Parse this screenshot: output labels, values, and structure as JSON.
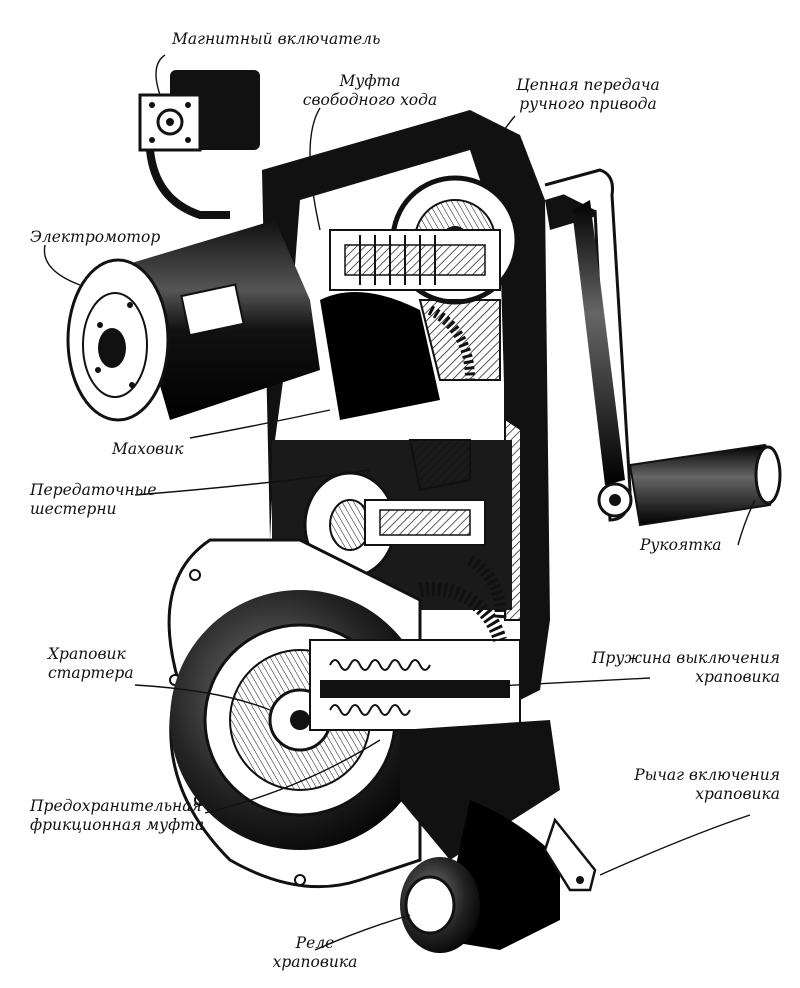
{
  "labels": {
    "magnetic_switch": [
      "Магнитный включатель"
    ],
    "freewheel_clutch": [
      "Муфта",
      "свободного хода"
    ],
    "chain_drive": [
      "Цепная передача",
      "ручного привода"
    ],
    "electric_motor": [
      "Электромотор"
    ],
    "flywheel": [
      "Маховик"
    ],
    "transmission_gears": [
      "Передаточные",
      "шестерни"
    ],
    "handle": [
      "Рукоятка"
    ],
    "starter_ratchet": [
      "Храповик",
      "стартера"
    ],
    "ratchet_release_spring": [
      "Пружина выключения",
      "храповика"
    ],
    "ratchet_engage_lever": [
      "Рычаг включения",
      "храповика"
    ],
    "safety_friction_clutch": [
      "Предохранительная",
      "фрикционная муфта"
    ],
    "ratchet_relay": [
      "Реле",
      "храповика"
    ]
  },
  "colors": {
    "ink": "#111111",
    "paper": "#ffffff",
    "shade": "#3a3a3a"
  }
}
